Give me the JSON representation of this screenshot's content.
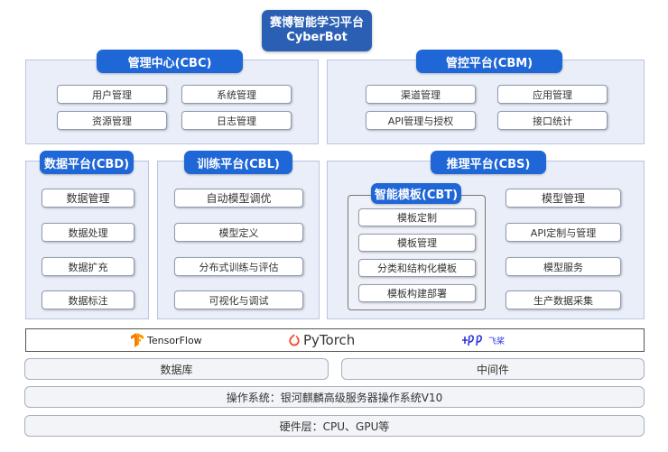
{
  "title": {
    "line1": "赛博智能学习平台",
    "line2": "CyberBot"
  },
  "cbc": {
    "label": "管理中心(CBC)",
    "items": [
      "用户管理",
      "系统管理",
      "资源管理",
      "日志管理"
    ]
  },
  "cbm": {
    "label": "管控平台(CBM)",
    "items": [
      "渠道管理",
      "应用管理",
      "API管理与授权",
      "接口统计"
    ]
  },
  "cbd": {
    "label": "数据平台(CBD)",
    "items": [
      "数据管理",
      "数据处理",
      "数据扩充",
      "数据标注"
    ]
  },
  "cbl": {
    "label": "训练平台(CBL)",
    "items": [
      "自动模型调优",
      "模型定义",
      "分布式训练与评估",
      "可视化与调试"
    ]
  },
  "cbs": {
    "label": "推理平台(CBS)",
    "cbt": {
      "label": "智能模板(CBT)",
      "items": [
        "模板定制",
        "模板管理",
        "分类和结构化模板",
        "模板构建部署"
      ]
    },
    "items": [
      "模型管理",
      "API定制与管理",
      "模型服务",
      "生产数据采集"
    ]
  },
  "frameworks": {
    "tensorflow": "TensorFlow",
    "pytorch": "PyTorch",
    "paddle": "飞桨"
  },
  "layers": {
    "database": "数据库",
    "middleware": "中间件",
    "os": "操作系统：银河麒麟高级服务器操作系统V10",
    "hardware": "硬件层：CPU、GPU等"
  },
  "colors": {
    "header_blue": "#1f66d6",
    "panel_bg": "#e9eef8",
    "title_bg": "#2b5fb3"
  }
}
